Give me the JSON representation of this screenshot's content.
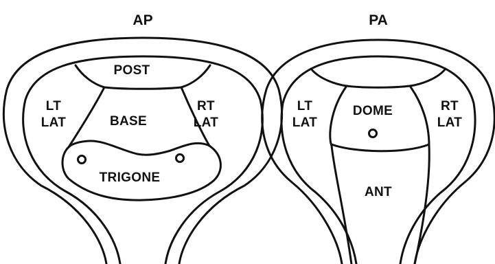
{
  "views": {
    "ap": {
      "title": "AP",
      "labels": {
        "post": "POST",
        "lt_lat_1": "LT",
        "lt_lat_2": "LAT",
        "base": "BASE",
        "rt_lat_1": "RT",
        "rt_lat_2": "LAT",
        "trigone": "TRIGONE"
      }
    },
    "pa": {
      "title": "PA",
      "labels": {
        "lt_lat_1": "LT",
        "lt_lat_2": "LAT",
        "dome": "DOME",
        "rt_lat_1": "RT",
        "rt_lat_2": "LAT",
        "ant": "ANT"
      }
    }
  }
}
